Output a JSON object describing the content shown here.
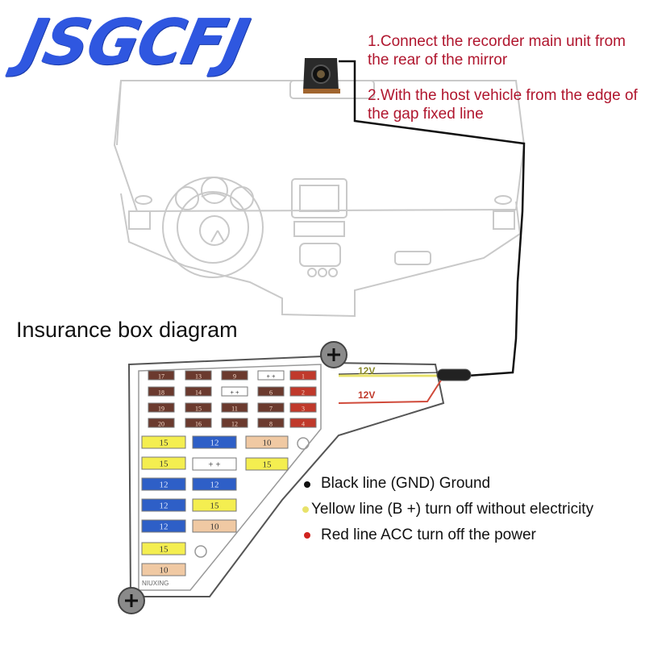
{
  "logo": {
    "text": "JSGCFJ"
  },
  "instructions": {
    "step1": "1.Connect the recorder main unit from the rear of the mirror",
    "step2": "2.With the host vehicle from the edge of the gap fixed line"
  },
  "heading": "Insurance box diagram",
  "wires": {
    "yellow_label": "12V",
    "red_label": "12V"
  },
  "fuse_box_brand": "NIUXING",
  "fuses_small": {
    "rows": [
      [
        "17",
        "13",
        "9",
        "+ +",
        "1"
      ],
      [
        "18",
        "14",
        "+ +",
        "6",
        "2"
      ],
      [
        "19",
        "15",
        "11",
        "7",
        "3"
      ],
      [
        "20",
        "16",
        "12",
        "8",
        "4"
      ]
    ]
  },
  "fuses_large": {
    "col1": [
      "15",
      "15",
      "12",
      "12",
      "12",
      "15",
      "10"
    ],
    "col2": [
      "12",
      "+ +",
      "12",
      "15",
      "10"
    ],
    "col3": [
      "10",
      "15"
    ]
  },
  "legend": {
    "black": "Black line (GND) Ground",
    "yellow": "Yellow line (B +) turn off without electricity",
    "red": "Red line ACC turn off the power"
  },
  "colors": {
    "logo": "#2f57e0",
    "instruction_text": "#b0162e",
    "fuse_red": "#c0392b",
    "fuse_brown": "#6b3a2e",
    "fuse_yellow": "#f4ee50",
    "fuse_blue": "#2e5fc7",
    "fuse_tan": "#f0c9a3",
    "wire_yellow": "#e8e26a",
    "wire_red": "#d04a3a",
    "wire_black": "#111111"
  }
}
